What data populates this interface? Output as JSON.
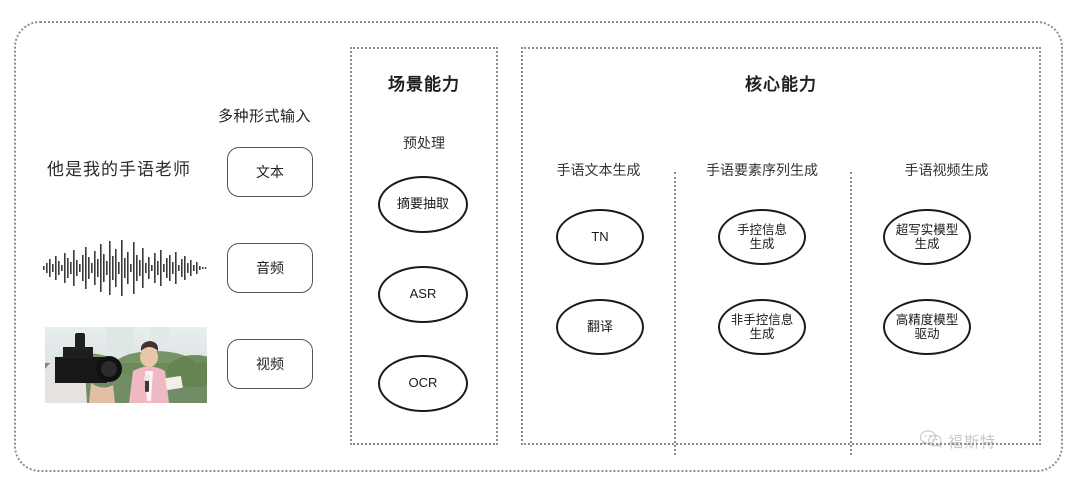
{
  "diagram": {
    "input_section": {
      "heading": "多种形式输入",
      "sample_text": "他是我的手语老师",
      "waveform_alt": "audio-waveform",
      "thumbnail_alt": "video-thumbnail-cameraman-and-reporter",
      "chips": [
        {
          "label": "文本"
        },
        {
          "label": "音频"
        },
        {
          "label": "视频"
        }
      ]
    },
    "scene_panel": {
      "title": "场景能力",
      "subtitle": "预处理",
      "nodes": [
        {
          "label": "摘要抽取"
        },
        {
          "label": "ASR"
        },
        {
          "label": "OCR"
        }
      ]
    },
    "core_panel": {
      "title": "核心能力",
      "columns": [
        {
          "header": "手语文本生成",
          "nodes": [
            {
              "label": "TN"
            },
            {
              "label": "翻译"
            }
          ]
        },
        {
          "header": "手语要素序列生成",
          "nodes": [
            {
              "line1": "手控信息",
              "line2": "生成"
            },
            {
              "line1": "非手控信息",
              "line2": "生成"
            }
          ]
        },
        {
          "header": "手语视频生成",
          "nodes": [
            {
              "line1": "超写实模型",
              "line2": "生成"
            },
            {
              "line1": "高精度模型",
              "line2": "驱动"
            }
          ]
        }
      ]
    },
    "watermark": {
      "icon": "wechat-icon",
      "text": "福斯特"
    },
    "colors": {
      "frame": "#8d8d8d",
      "node_stroke": "#1a1a1a",
      "text": "#2b2b2b",
      "background": "#ffffff"
    }
  }
}
